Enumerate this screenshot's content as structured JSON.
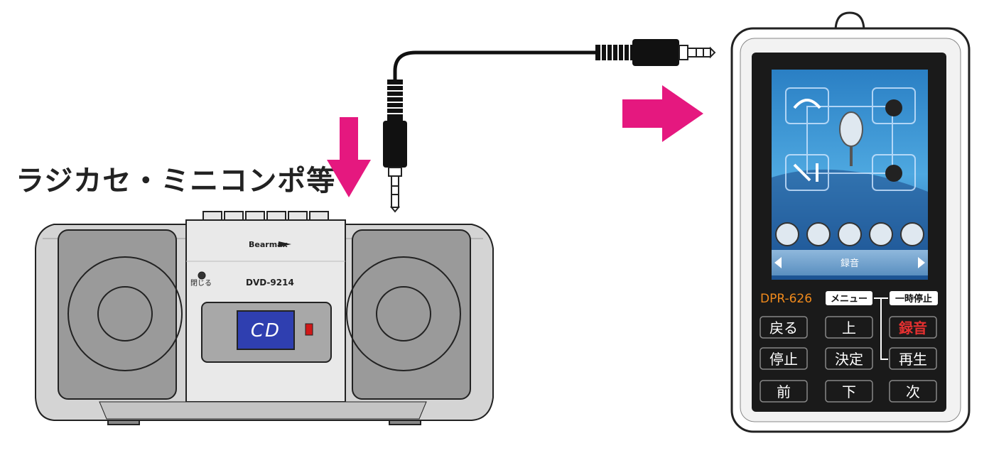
{
  "heading": "ラジカセ・ミニコンポ等",
  "boombox": {
    "brand": "Bearmax",
    "model": "DVD-9214",
    "close_label": "閉じる",
    "display_text": "CD"
  },
  "recorder": {
    "model": "DPR-626",
    "screen_label": "録音",
    "menu_label": "メニュー",
    "pause_label": "一時停止",
    "buttons": {
      "back": "戻る",
      "up": "上",
      "record": "録音",
      "stop": "停止",
      "enter": "決定",
      "play": "再生",
      "prev": "前",
      "down": "下",
      "next": "次"
    }
  },
  "colors": {
    "arrow": "#e5187f",
    "record_text": "#e53030",
    "model_text": "#f08a1c",
    "lcd": "#2f3fb0"
  }
}
